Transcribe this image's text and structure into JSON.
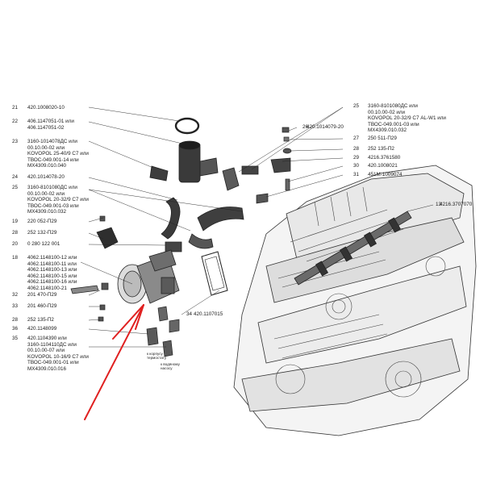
{
  "diagram": {
    "callouts": [
      {
        "id": "c21",
        "num": "21",
        "lines": [
          "420.1008020-10"
        ]
      },
      {
        "id": "c22",
        "num": "22",
        "lines": [
          "406.1147051-01 или",
          "406.1147051-02"
        ]
      },
      {
        "id": "c23",
        "num": "23",
        "lines": [
          "3160-1014078ДС или",
          "00.10.00-02 или",
          "KOVOPOL 25-40/9 С7 или",
          "ТВОС-049.001-14 или",
          "МХ4309.010.040"
        ]
      },
      {
        "id": "c24",
        "num": "24",
        "lines": [
          "420.1014078-20"
        ]
      },
      {
        "id": "c25l",
        "num": "25",
        "lines": [
          "3160-8101080ДС или",
          "00.10.00-02 или",
          "KOVOPOL 20-32/9 С7 или",
          "ТВОС-049.001-03 или",
          "МХ4309.010.032"
        ]
      },
      {
        "id": "c19",
        "num": "19",
        "lines": [
          "220 052-П29"
        ]
      },
      {
        "id": "c28l",
        "num": "28",
        "lines": [
          "252 132-П29"
        ]
      },
      {
        "id": "c20",
        "num": "20",
        "lines": [
          "0 280 122 001"
        ]
      },
      {
        "id": "c18",
        "num": "18",
        "lines": [
          "4062.1148100-12 или",
          "4062.1148100-11 или",
          "4062.1148100-13 или",
          "4062.1148100-15 или",
          "4062.1148100-16 или",
          "4062.1148100-21"
        ]
      },
      {
        "id": "c32",
        "num": "32",
        "lines": [
          "201 470-П29"
        ]
      },
      {
        "id": "c33",
        "num": "33",
        "lines": [
          "201 460-П29"
        ]
      },
      {
        "id": "c28b",
        "num": "28",
        "lines": [
          "252 135-П2"
        ]
      },
      {
        "id": "c36",
        "num": "36",
        "lines": [
          "420.1148099"
        ]
      },
      {
        "id": "c35",
        "num": "35",
        "lines": [
          "420.1104390 или",
          "3160-1104110ДС или",
          "00.10.00-07 или",
          "KOVOPOL 10-16/9 С7 или",
          "ТВОС-049.001-01 или",
          "МХ4309.010.016"
        ]
      },
      {
        "id": "c25r",
        "num": "25",
        "lines": [
          "3160-8101080ДС или",
          "00.10.00-02 или",
          "KOVOPOL 20-32/9 С7 AL-W1 или",
          "ТВОС-049.001-03 или",
          "МХ4309.010.032"
        ]
      },
      {
        "id": "c26",
        "num": "26",
        "lines": [
          "420.1014079-20"
        ]
      },
      {
        "id": "c27",
        "num": "27",
        "lines": [
          "250 511-П29"
        ]
      },
      {
        "id": "c28r",
        "num": "28",
        "lines": [
          "252 135-П2"
        ]
      },
      {
        "id": "c29",
        "num": "29",
        "lines": [
          "4216.3761580"
        ]
      },
      {
        "id": "c30",
        "num": "30",
        "lines": [
          "420.1008021"
        ]
      },
      {
        "id": "c31",
        "num": "31",
        "lines": [
          "451М-1009074"
        ]
      },
      {
        "id": "c13",
        "num": "13",
        "lines": [
          "4216.3707070"
        ]
      },
      {
        "id": "c34",
        "num": "34",
        "lines": [
          "420.1107015"
        ]
      }
    ],
    "notes": [
      {
        "id": "n1",
        "lines": [
          "к корпусу",
          "термостату"
        ]
      },
      {
        "id": "n2",
        "lines": [
          "к водяному",
          "насосу"
        ]
      }
    ],
    "colors": {
      "line": "#222222",
      "arrow": "#e02020",
      "part": "#4a4a4a"
    }
  }
}
